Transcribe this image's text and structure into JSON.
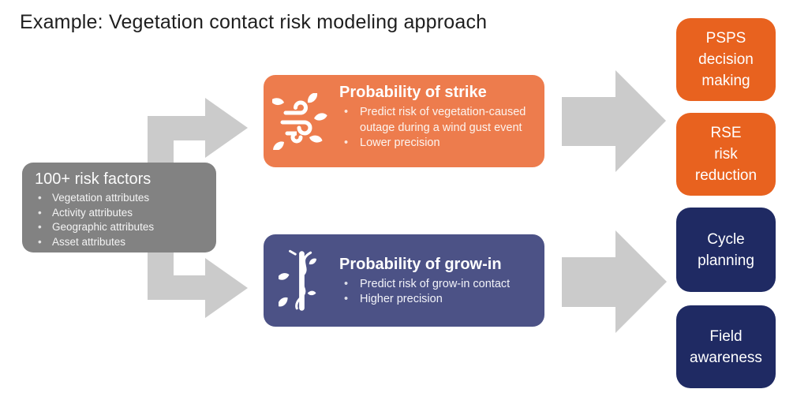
{
  "slide": {
    "title": "Example: Vegetation contact risk modeling approach"
  },
  "risk_factors": {
    "heading": "100+ risk factors",
    "items": [
      "Vegetation attributes",
      "Activity attributes",
      "Geographic attributes",
      "Asset attributes"
    ]
  },
  "strike": {
    "heading": "Probability of strike",
    "icon": "wind-leaves-icon",
    "items": [
      "Predict risk of vegetation-caused outage during a wind gust event",
      "Lower precision"
    ]
  },
  "grow_in": {
    "heading": "Probability of grow-in",
    "icon": "vine-pole-icon",
    "items": [
      "Predict risk of grow-in contact",
      "Higher precision"
    ]
  },
  "outcomes": [
    {
      "label": "PSPS\ndecision\nmaking",
      "color": "#E8621F"
    },
    {
      "label": "RSE\nrisk\nreduction",
      "color": "#E8621F"
    },
    {
      "label": "Cycle\nplanning",
      "color": "#1F2A63"
    },
    {
      "label": "Field\nawareness",
      "color": "#1F2A63"
    }
  ],
  "colors": {
    "strike_box": "#ED7C4D",
    "grow_in_box": "#4C5286",
    "risk_factors_box": "#828282",
    "outcome_orange": "#E8621F",
    "outcome_navy": "#1F2A63",
    "arrow": "#CBCBCB",
    "title_text": "#1E1E1E",
    "background": "#FFFFFF"
  }
}
